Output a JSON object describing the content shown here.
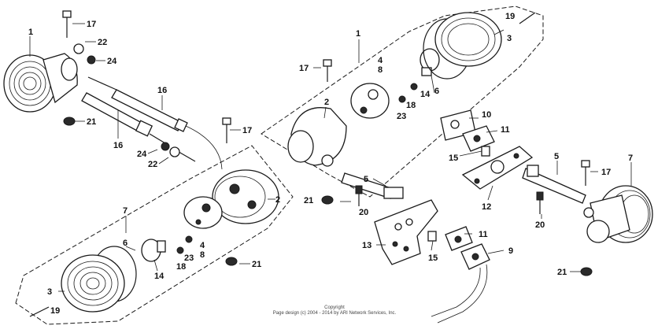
{
  "diagram": {
    "part_numbers": [
      "1",
      "2",
      "3",
      "4",
      "5",
      "6",
      "7",
      "8",
      "9",
      "10",
      "11",
      "12",
      "13",
      "14",
      "15",
      "16",
      "17",
      "18",
      "19",
      "20",
      "21",
      "22",
      "23",
      "24"
    ],
    "copyright_line1": "Copyright",
    "copyright_line2": "Page design (c) 2004 - 2014 by ARI Network Services, Inc."
  }
}
